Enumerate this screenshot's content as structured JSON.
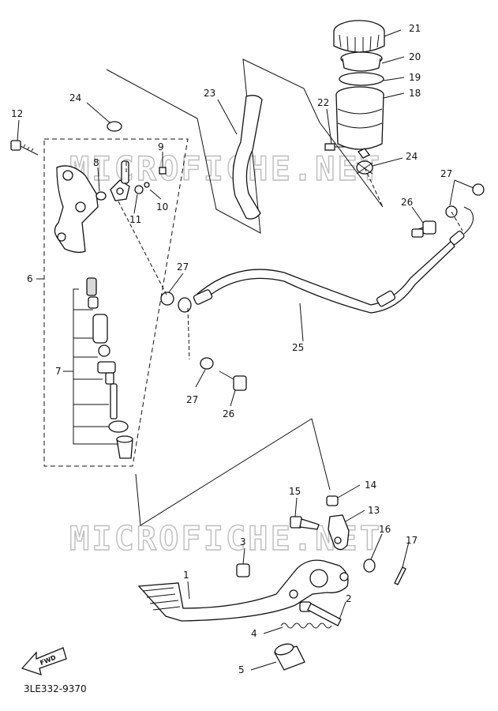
{
  "watermark": "MICROFICHE.NET",
  "diagram_code": "3LE332-9370",
  "front_arrow_label": "FWD",
  "callouts": {
    "c1": "1",
    "c2": "2",
    "c3": "3",
    "c4": "4",
    "c5": "5",
    "c6": "6",
    "c7": "7",
    "c8": "8",
    "c9": "9",
    "c10": "10",
    "c11": "11",
    "c12": "12",
    "c13": "13",
    "c14": "14",
    "c15": "15",
    "c16": "16",
    "c17": "17",
    "c18": "18",
    "c19": "19",
    "c20": "20",
    "c21": "21",
    "c22": "22",
    "c23": "23",
    "c24a": "24",
    "c24b": "24",
    "c25": "25",
    "c26a": "26",
    "c26b": "26",
    "c27a": "27",
    "c27b": "27",
    "c27c": "27"
  }
}
